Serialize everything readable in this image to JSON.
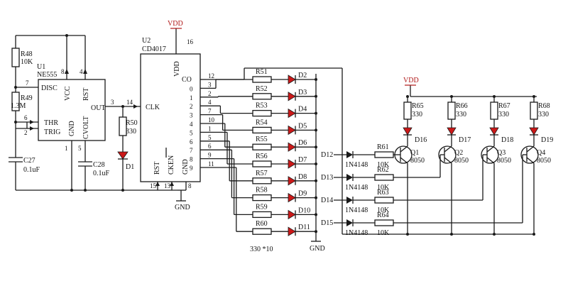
{
  "colors": {
    "wire": "#1a1a1a",
    "led": "#cc1818",
    "power": "#b01818"
  },
  "u1": {
    "ref": "U1",
    "part": "NE555",
    "disc": "DISC",
    "vcc": "VCC",
    "rst": "RST",
    "thr": "THR",
    "trig": "TRIG",
    "gnd": "GND",
    "cvolt": "CVOLT",
    "out": "OUT",
    "pins": {
      "p7": "7",
      "p8": "8",
      "p4": "4",
      "p6": "6",
      "p2": "2",
      "p1": "1",
      "p5": "5",
      "p3": "3"
    }
  },
  "u2": {
    "ref": "U2",
    "part": "CD4017",
    "vdd": "VDD",
    "clk": "CLK",
    "rst": "RST",
    "cken": "CKEN",
    "gnd": "GND",
    "co": "CO",
    "outputs": [
      "0",
      "1",
      "2",
      "3",
      "4",
      "5",
      "6",
      "7",
      "8",
      "9"
    ],
    "pins": {
      "p16": "16",
      "p14": "14",
      "p15": "15",
      "p13": "13",
      "p8": "8"
    },
    "right_pins": [
      "12",
      "3",
      "2",
      "4",
      "7",
      "10",
      "1",
      "5",
      "6",
      "9",
      "11"
    ]
  },
  "r48": {
    "ref": "R48",
    "value": "10K"
  },
  "r49": {
    "ref": "R49",
    "value": "1.3M"
  },
  "r50": {
    "ref": "R50",
    "value": "330"
  },
  "c27": {
    "ref": "C27",
    "value": "0.1uF"
  },
  "c28": {
    "ref": "C28",
    "value": "0.1uF"
  },
  "d1": {
    "ref": "D1"
  },
  "led_resistors": [
    "R51",
    "R52",
    "R53",
    "R54",
    "R55",
    "R56",
    "R57",
    "R58",
    "R59",
    "R60"
  ],
  "leds": [
    "D2",
    "D3",
    "D4",
    "D5",
    "D6",
    "D7",
    "D8",
    "D9",
    "D10",
    "D11"
  ],
  "resistor_note": "330 *10",
  "steer_diodes": [
    {
      "ref": "D12",
      "type": "1N4148"
    },
    {
      "ref": "D13",
      "type": "1N4148"
    },
    {
      "ref": "D14",
      "type": "1N4148"
    },
    {
      "ref": "D15",
      "type": "1N4148"
    }
  ],
  "base_resistors": [
    {
      "ref": "R61",
      "value": "10K"
    },
    {
      "ref": "R62",
      "value": "10K"
    },
    {
      "ref": "R63",
      "value": "10K"
    },
    {
      "ref": "R64",
      "value": "10K"
    }
  ],
  "transistors": [
    {
      "ref": "Q1",
      "type": "8050"
    },
    {
      "ref": "Q2",
      "type": "8050"
    },
    {
      "ref": "Q3",
      "type": "8050"
    },
    {
      "ref": "Q4",
      "type": "8050"
    }
  ],
  "top_resistors": [
    {
      "ref": "R65",
      "value": "330"
    },
    {
      "ref": "R66",
      "value": "330"
    },
    {
      "ref": "R67",
      "value": "330"
    },
    {
      "ref": "R68",
      "value": "330"
    }
  ],
  "top_leds": [
    "D16",
    "D17",
    "D18",
    "D19"
  ],
  "vdd": "VDD",
  "gnd": "GND"
}
